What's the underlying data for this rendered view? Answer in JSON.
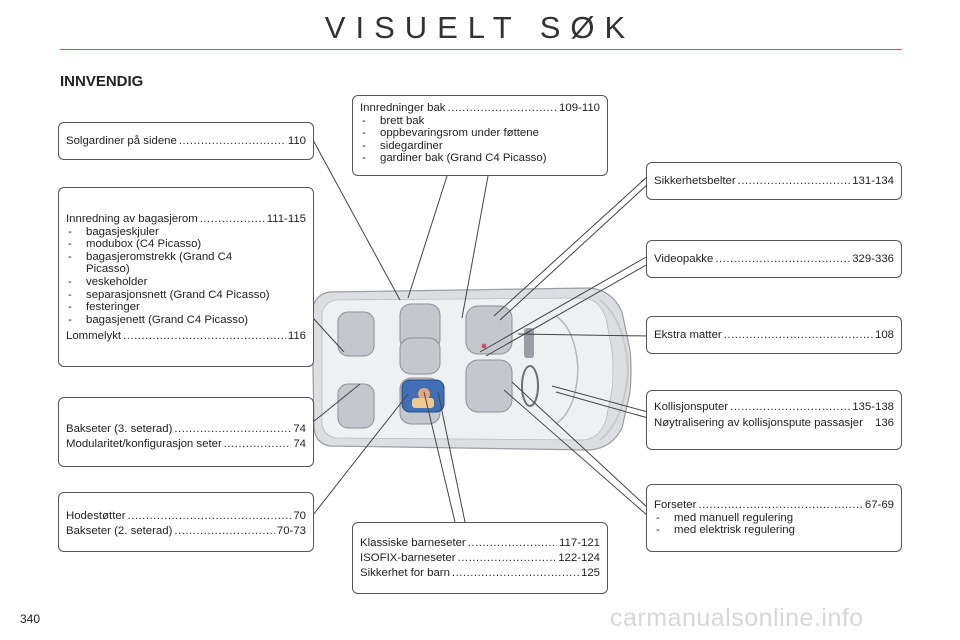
{
  "page": {
    "title": "VISUELT SØK",
    "section": "INNVENDIG",
    "page_number": "340",
    "watermark": "carmanualsonline.info",
    "accent_color": "#d0506a"
  },
  "boxes": {
    "solgardiner": {
      "rows": [
        {
          "label": "Solgardiner på sidene",
          "page": "110"
        }
      ]
    },
    "bagasjerom": {
      "head": {
        "label": "Innredning av bagasjerom",
        "page": "111-115"
      },
      "items": [
        "bagasjeskjuler",
        "modubox (C4 Picasso)",
        "bagasjeromstrekk (Grand C4 Picasso)",
        "veskeholder",
        "separasjonsnett (Grand C4 Picasso)",
        "festeringer",
        "bagasjenett (Grand C4 Picasso)"
      ],
      "foot": {
        "label": "Lommelykt",
        "page": "116"
      }
    },
    "bakseter3": {
      "rows": [
        {
          "label": "Bakseter (3. seterad)",
          "page": "74"
        },
        {
          "label": "Modularitet/konfigurasjon seter",
          "page": "74"
        }
      ]
    },
    "hodestotter": {
      "rows": [
        {
          "label": "Hodestøtter",
          "page": "70"
        },
        {
          "label": "Bakseter (2. seterad)",
          "page": "70-73"
        }
      ]
    },
    "innredninger_bak": {
      "head": {
        "label": "Innredninger bak",
        "page": "109-110"
      },
      "items": [
        "brett bak",
        "oppbevaringsrom under føttene",
        "sidegardiner",
        "gardiner bak (Grand C4 Picasso)"
      ]
    },
    "barneseter": {
      "rows": [
        {
          "label": "Klassiske barneseter",
          "page": "117-121"
        },
        {
          "label": "ISOFIX-barneseter",
          "page": "122-124"
        },
        {
          "label": "Sikkerhet for barn",
          "page": "125"
        }
      ]
    },
    "sikkerhetsbelter": {
      "rows": [
        {
          "label": "Sikkerhetsbelter",
          "page": "131-134"
        }
      ]
    },
    "videopakke": {
      "rows": [
        {
          "label": "Videopakke",
          "page": "329-336"
        }
      ]
    },
    "matter": {
      "rows": [
        {
          "label": "Ekstra matter",
          "page": "108"
        }
      ]
    },
    "kollisjon": {
      "rows": [
        {
          "label": "Kollisjonsputer",
          "page": "135-138"
        },
        {
          "label": "Nøytralisering av kollisjonspute passasjer",
          "page": "136"
        }
      ]
    },
    "forseter": {
      "head": {
        "label": "Forseter",
        "page": "67-69"
      },
      "items": [
        "med manuell regulering",
        "med elektrisk regulering"
      ]
    }
  },
  "illustration": {
    "subject": "car-interior-top-view",
    "seat_color": "#b9bcc2",
    "child_seat_color": "#3f6fb5"
  }
}
